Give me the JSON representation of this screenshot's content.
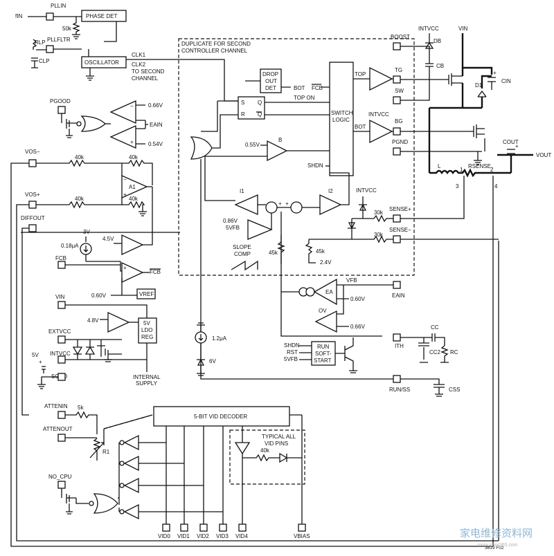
{
  "pins": {
    "fin": "fIN",
    "pllin": "PLLIN",
    "pllfltr": "PLLFLTR",
    "rlp": "RLP",
    "clp": "CLP",
    "pgood": "PGOOD",
    "vos_minus": "VOS−",
    "vos_plus": "VOS+",
    "diffout": "DIFFOUT",
    "fcb": "FCB",
    "vin": "VIN",
    "extvcc": "EXTVCC",
    "intvcc": "INTVCC",
    "sgnd": "SGND",
    "attenin": "ATTENIN",
    "attenout": "ATTENOUT",
    "no_cpu": "NO_CPU",
    "boost": "BOOST",
    "tg": "TG",
    "sw": "SW",
    "bg": "BG",
    "pgnd": "PGND",
    "sense_plus": "SENSE+",
    "sense_minus": "SENSE−",
    "eain": "EAIN",
    "ith": "ITH",
    "run_ss": "RUN/SS",
    "vid0": "VID0",
    "vid1": "VID1",
    "vid2": "VID2",
    "vid3": "VID3",
    "vid4": "VID4",
    "vbias": "VBIAS",
    "intvcc_top": "INTVCC",
    "vin_top": "VIN"
  },
  "blocks": {
    "phase_det": "PHASE DET",
    "oscillator": "OSCILLATOR",
    "drop_out_det": [
      "DROP",
      "OUT",
      "DET"
    ],
    "switch_logic": [
      "SWITCH",
      "LOGIC"
    ],
    "ldo": [
      "5V",
      "LDO",
      "REG"
    ],
    "vref": "VREF",
    "run_softstart": [
      "RUN",
      "SOFT-",
      "START"
    ],
    "vid_decoder": "5-BIT VID DECODER",
    "typical_vid": [
      "TYPICAL ALL",
      "VID PINS"
    ],
    "duplicate_note": [
      "DUPLICATE FOR SECOND",
      "CONTROLLER CHANNEL"
    ],
    "clk1": "CLK1",
    "clk2": [
      "CLK2",
      "TO SECOND",
      "CHANNEL"
    ],
    "internal_supply": [
      "INTERNAL",
      "SUPPLY"
    ],
    "slope_comp": [
      "SLOPE",
      "COMP"
    ]
  },
  "labels": {
    "r50k": "50k",
    "r40k_a": "40k",
    "r40k_b": "40k",
    "r40k_c": "40k",
    "r40k_d": "40k",
    "r40k_vid": "40k",
    "r5k": "5k",
    "r30k_a": "30k",
    "r30k_b": "30k",
    "r45k_a": "45k",
    "r45k_b": "45k",
    "v066_a": "0.66V",
    "v054": "0.54V",
    "eain_mid": "EAIN",
    "a1": "A1",
    "v3": "3V",
    "i018": "0.18μA",
    "v45": "4.5V",
    "v060": "0.60V",
    "fcb_bar": "FCB",
    "v48": "4.8V",
    "v5": "5V",
    "plus": "+",
    "minus": "−",
    "i12": "1.2μA",
    "v6": "6V",
    "v055": "0.55V",
    "b": "B",
    "shdn": "SHDN",
    "s": "S",
    "r": "R",
    "q": "Q",
    "qbar": "Q",
    "bot": "BOT",
    "fcb2": "FCB",
    "top_on": "TOP ON",
    "top": "TOP",
    "bot2": "BOT",
    "intvcc_mid": "INTVCC",
    "i1": "I1",
    "i2": "I2",
    "intvcc_sense": "INTVCC",
    "v086": "0.86V",
    "v5vfb": "5VFB",
    "v24": "2.4V",
    "vfb": "VFB",
    "ea": "EA",
    "v060b": "0.60V",
    "ov": "OV",
    "v066b": "0.66V",
    "shdn2": "SHDN",
    "rst": "RST",
    "v5vfb2": "5VFB",
    "db": "DB",
    "cb": "CB",
    "d1": "D1",
    "cin": "CIN",
    "l": "L",
    "rsense": "RSENSE",
    "cout": "COUT",
    "vout": "VOUT",
    "n1": "1",
    "n2": "2",
    "n3": "3",
    "n4": "4",
    "cc": "CC",
    "cc2": "CC2",
    "rc": "RC",
    "css": "CSS",
    "r1": "R1",
    "figno": "3819 F02"
  },
  "watermark": {
    "cn": "家电维修资料网",
    "url": "www.jdwx365.com"
  }
}
